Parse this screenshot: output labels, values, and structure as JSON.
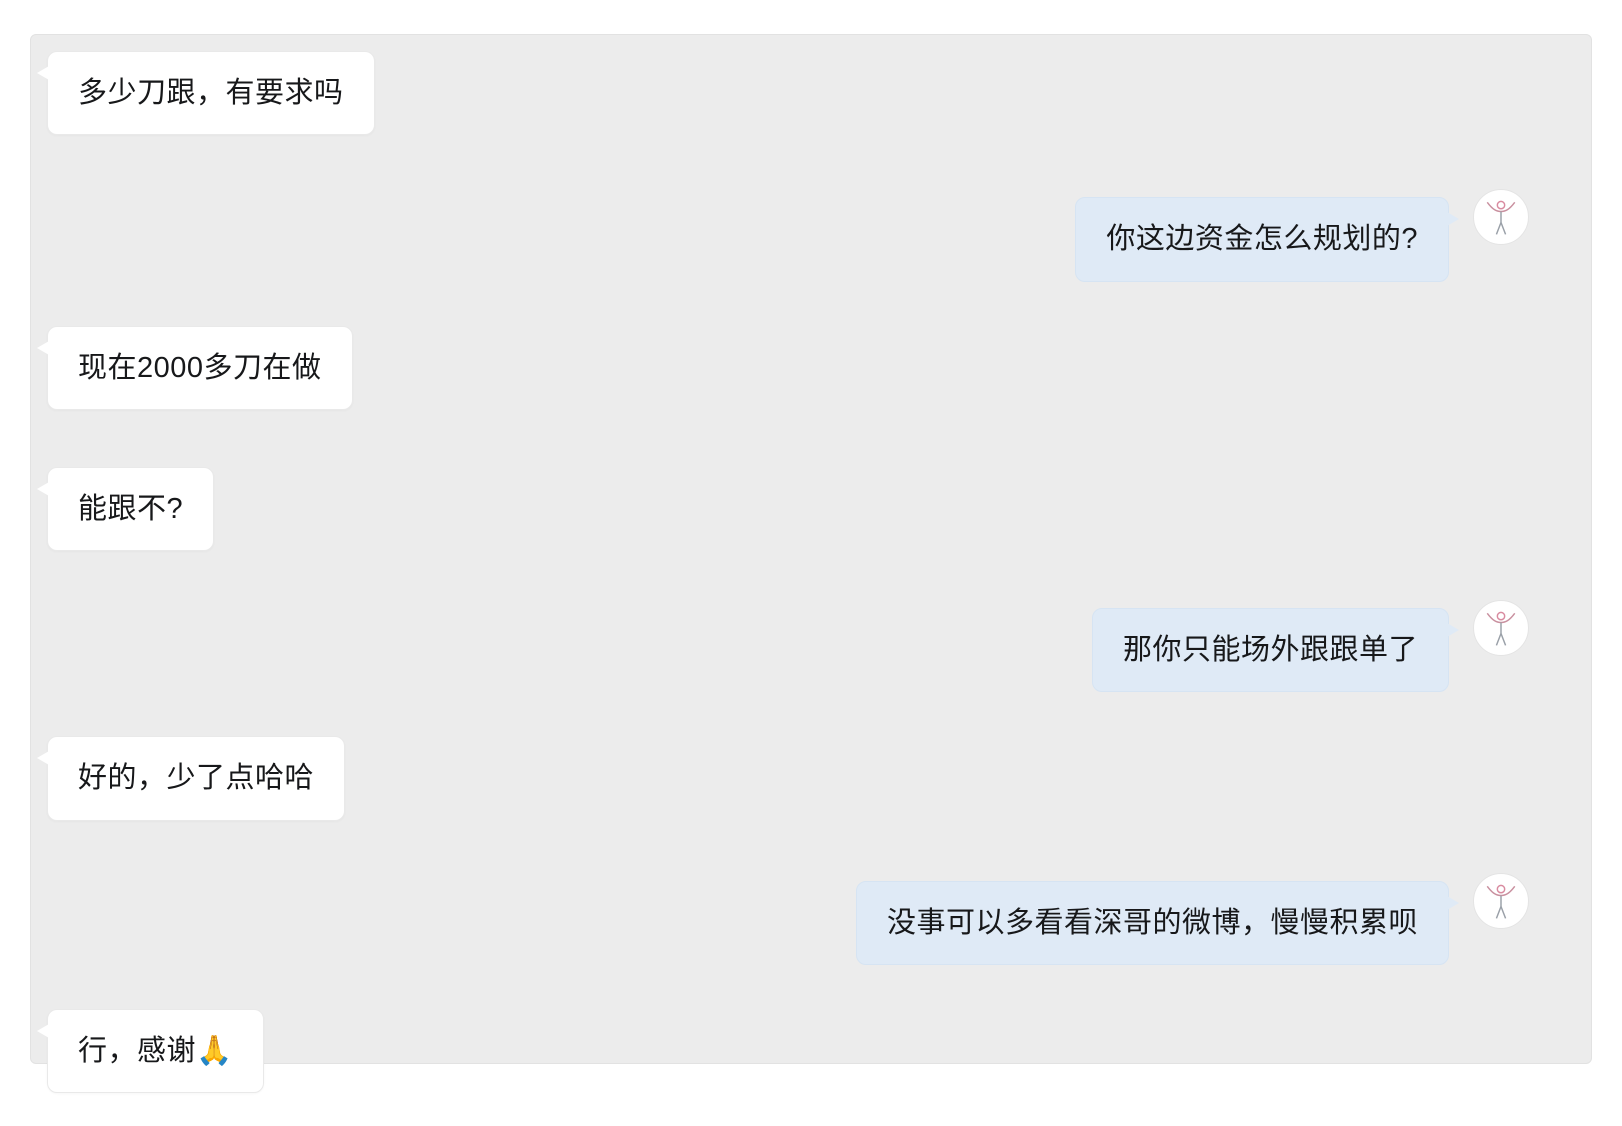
{
  "chat": {
    "messages": [
      {
        "side": "left",
        "text": "多少刀跟，有要求吗"
      },
      {
        "side": "right",
        "text": "你这边资金怎么规划的?"
      },
      {
        "side": "left",
        "text": "现在2000多刀在做"
      },
      {
        "side": "left",
        "text": "能跟不?"
      },
      {
        "side": "right",
        "text": "那你只能场外跟跟单了"
      },
      {
        "side": "left",
        "text": "好的，少了点哈哈"
      },
      {
        "side": "right",
        "text": "没事可以多看看深哥的微博，慢慢积累呗"
      },
      {
        "side": "left",
        "text": "行，感谢🙏"
      }
    ],
    "avatar_icon": "dancing-figure-icon",
    "colors": {
      "background": "#ececec",
      "incoming_bubble": "#ffffff",
      "outgoing_bubble": "#dfeaf6",
      "text": "#17181a"
    }
  }
}
